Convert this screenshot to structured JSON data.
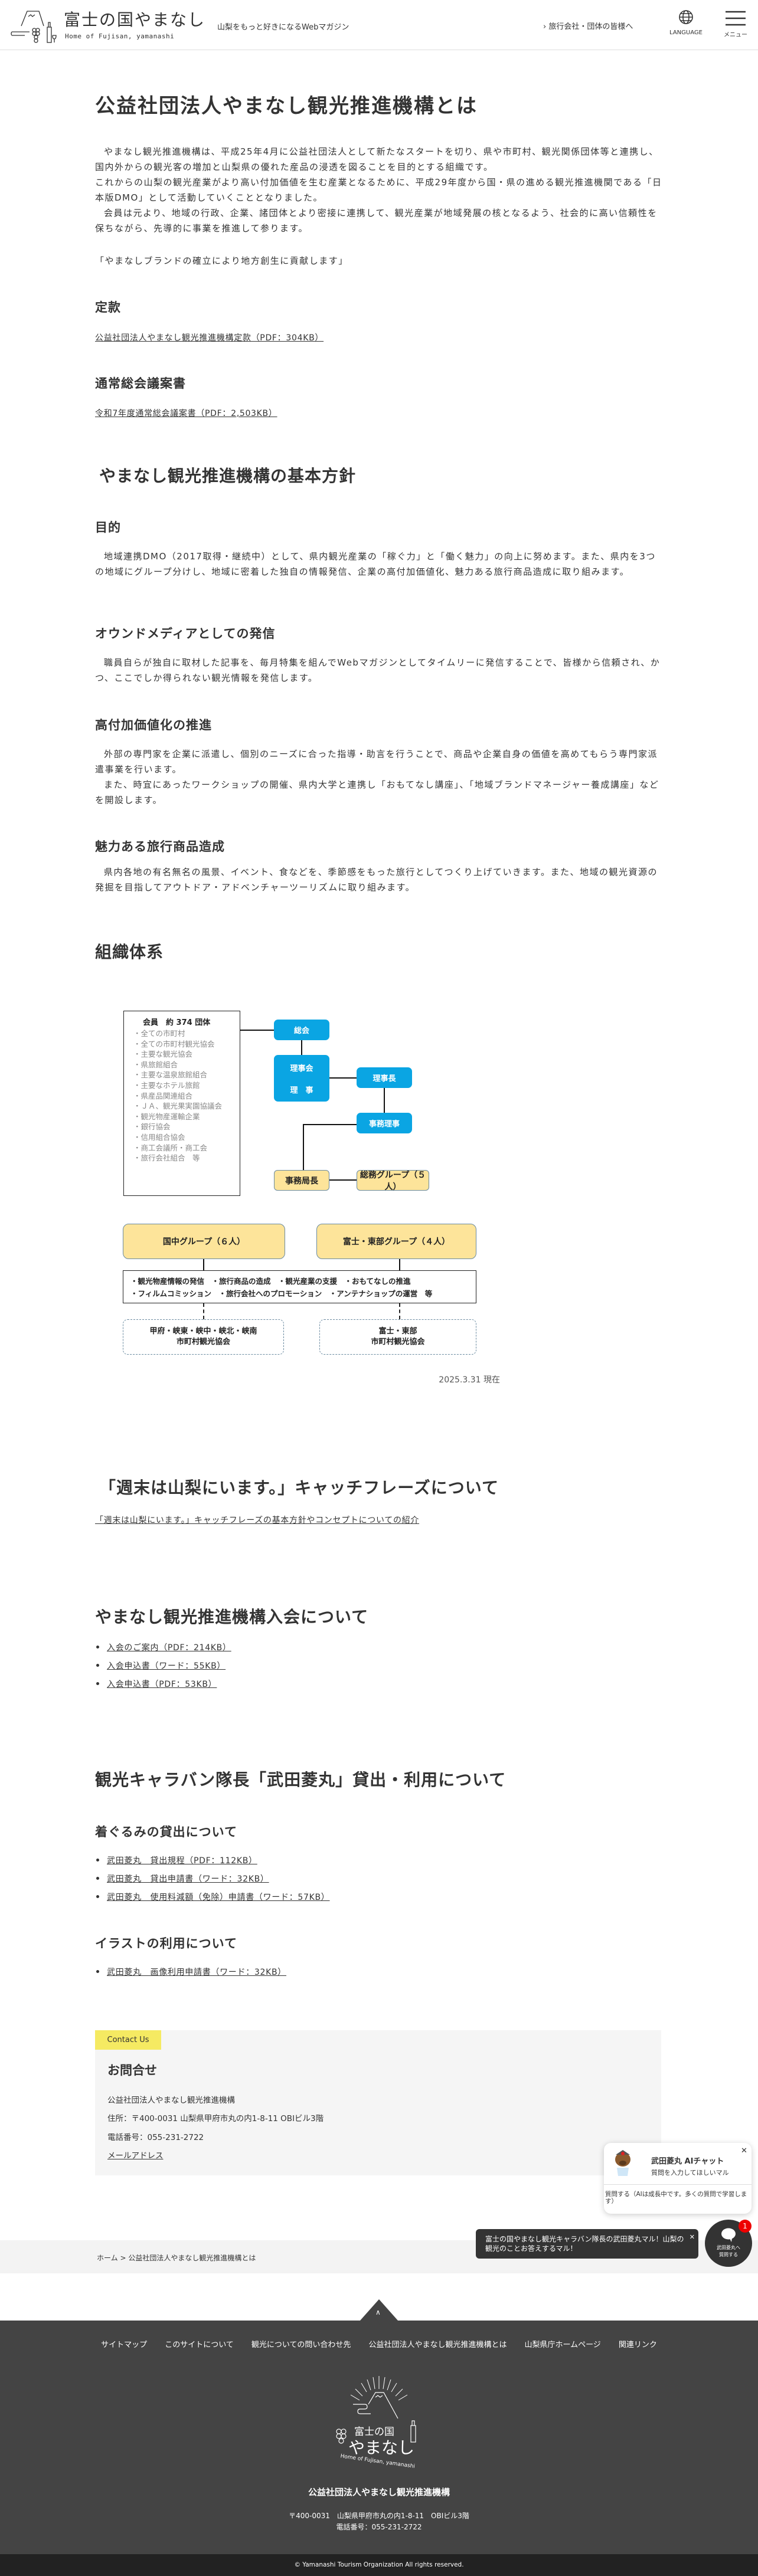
{
  "header": {
    "logo_title": "富士の国やまなし",
    "logo_subtitle": "Home of Fujisan, yamanashi",
    "tagline": "山梨をもっと好きになるWebマガジン",
    "agency_link": "旅行会社・団体の皆様へ",
    "language_label": "LANGUAGE",
    "menu_label": "メニュー"
  },
  "main": {
    "title": "公益社団法人やまなし観光推進機構とは",
    "intro": [
      "やまなし観光推進機構は、平成25年4月に公益社団法人として新たなスタートを切り、県や市町村、観光関係団体等と連携し、国内外からの観光客の増加と山梨県の優れた産品の浸透を図ることを目的とする組織です。",
      "これからの山梨の観光産業がより高い付加価値を生む産業となるために、平成29年度から国・県の進める観光推進機関である「日本版DMO」として活動していくこととなりました。",
      "会員は元より、地域の行政、企業、諸団体とより密接に連携して、観光産業が地域発展の核となるよう、社会的に高い信頼性を保ちながら、先導的に事業を推進して参ります。"
    ],
    "slogan": "「やまなしブランドの確立により地方創生に貢献します」",
    "articles": {
      "heading": "定款",
      "link": "公益社団法人やまなし観光推進機構定款（PDF：304KB）"
    },
    "assembly": {
      "heading": "通常総会議案書",
      "link": "令和7年度通常総会議案書（PDF：2,503KB）"
    },
    "policy": {
      "heading": "やまなし観光推進機構の基本方針",
      "sections": [
        {
          "heading": "目的",
          "paras": [
            "地域連携DMO（2017取得・継続中）として、県内観光産業の「稼ぐ力」と「働く魅力」の向上に努めます。また、県内を3つの地域にグループ分けし、地域に密着した独自の情報発信、企業の高付加価値化、魅力ある旅行商品造成に取り組みます。"
          ]
        },
        {
          "heading": "オウンドメディアとしての発信",
          "paras": [
            "職員自らが独自に取材した記事を、毎月特集を組んでWebマガジンとしてタイムリーに発信することで、皆様から信頼され、かつ、ここでしか得られない観光情報を発信します。"
          ]
        },
        {
          "heading": "高付加価値化の推進",
          "paras": [
            "外部の専門家を企業に派遣し、個別のニーズに合った指導・助言を行うことで、商品や企業自身の価値を高めてもらう専門家派遣事業を行います。",
            "また、時宜にあったワークショップの開催、県内大学と連携し「おもてなし講座」、「地域ブランドマネージャー養成講座」などを開設します。"
          ]
        },
        {
          "heading": "魅力ある旅行商品造成",
          "paras": [
            "県内各地の有名無名の風景、イベント、食などを、季節感をもった旅行としてつくり上げていきます。また、地域の観光資源の発掘を目指してアウトドア・アドベンチャーツーリズムに取り組みます。"
          ]
        }
      ]
    },
    "org": {
      "heading": "組織体系",
      "members_title": "会員　約 374 団体",
      "members": [
        "全ての市町村",
        "全ての市町村観光協会",
        "主要な観光協会",
        "県旅館組合",
        "主要な温泉旅館組合",
        "主要なホテル旅館",
        "県産品関連組合",
        "ＪＡ、観光果実園協議会",
        "観光物産運輸企業",
        "銀行協会",
        "信用組合協会",
        "商工会議所・商工会",
        "旅行会社組合　等"
      ],
      "general_meeting": "総会",
      "board": "理事会",
      "directors": "理　事",
      "chairman": "理事長",
      "executive_director": "事務理事",
      "secretary_general": "事務局長",
      "general_affairs": "総務グループ（５人）",
      "group_kuninaka": "国中グループ（６人）",
      "group_fuji": "富士・東部グループ（４人）",
      "activities_line1": "・観光物産情報の発信　・旅行商品の造成　・観光産業の支援　・おもてなしの推進",
      "activities_line2": "・フィルムコミッション　・旅行会社へのプロモーション　・アンテナショップの運営　等",
      "assoc_kuninaka_1": "甲府・峡東・峡中・峡北・峡南",
      "assoc_kuninaka_2": "市町村観光協会",
      "assoc_fuji_1": "富士・東部",
      "assoc_fuji_2": "市町村観光協会",
      "as_of": "2025.3.31 現在"
    },
    "catchphrase": {
      "heading": "「週末は山梨にいます。」キャッチフレーズについて",
      "link": "「週末は山梨にいます。」キャッチフレーズの基本方針やコンセプトについての紹介"
    },
    "membership": {
      "heading": "やまなし観光推進機構入会について",
      "links": [
        "入会のご案内（PDF：214KB）",
        "入会申込書（ワード：55KB）",
        "入会申込書（PDF：53KB）"
      ]
    },
    "caravan": {
      "heading": "観光キャラバン隊長「武田菱丸」貸出・利用について",
      "costume": {
        "heading": "着ぐるみの貸出について",
        "links": [
          "武田菱丸　貸出規程（PDF：112KB）",
          "武田菱丸　貸出申請書（ワード：32KB）",
          "武田菱丸　使用料減額（免除）申請書（ワード：57KB）"
        ]
      },
      "illust": {
        "heading": "イラストの利用について",
        "links": [
          "武田菱丸　画像利用申請書（ワード：32KB）"
        ]
      }
    },
    "contact": {
      "tag": "Contact Us",
      "heading": "お問合せ",
      "org": "公益社団法人やまなし観光推進機構",
      "address": "住所：〒400-0031 山梨県甲府市丸の内1-8-11 OBIビル3階",
      "phone": "電話番号：055-231-2722",
      "email_link": "メールアドレス"
    }
  },
  "chat": {
    "title": "武田菱丸 AIチャット",
    "subtitle": "質問を入力してほしいマル",
    "ask": "質問する（AIは成長中です。多くの質問で学習します）",
    "bubble": "富士の国やまなし観光キャラバン隊長の武田菱丸マル！山梨の観光のことお答えするマル！",
    "button_line1": "武田菱丸へ",
    "button_line2": "質問する",
    "badge": "1"
  },
  "breadcrumb": {
    "home": "ホーム",
    "sep": ">",
    "current": "公益社団法人やまなし観光推進機構とは"
  },
  "footer": {
    "links": [
      "サイトマップ",
      "このサイトについて",
      "観光についての問い合わせ先",
      "公益社団法人やまなし観光推進機構とは",
      "山梨県庁ホームページ",
      "関連リンク"
    ],
    "logo_line1": "富士の国",
    "logo_line2": "やまなし",
    "logo_arc": "Home of Fujisan, yamanashi",
    "org": "公益社団法人やまなし観光推進機構",
    "address": "〒400-0031　山梨県甲府市丸の内1-8-11　OBIビル3階",
    "phone": "電話番号：055-231-2722",
    "copyright": "© Yamanashi Tourism Organization All rights reserved."
  }
}
